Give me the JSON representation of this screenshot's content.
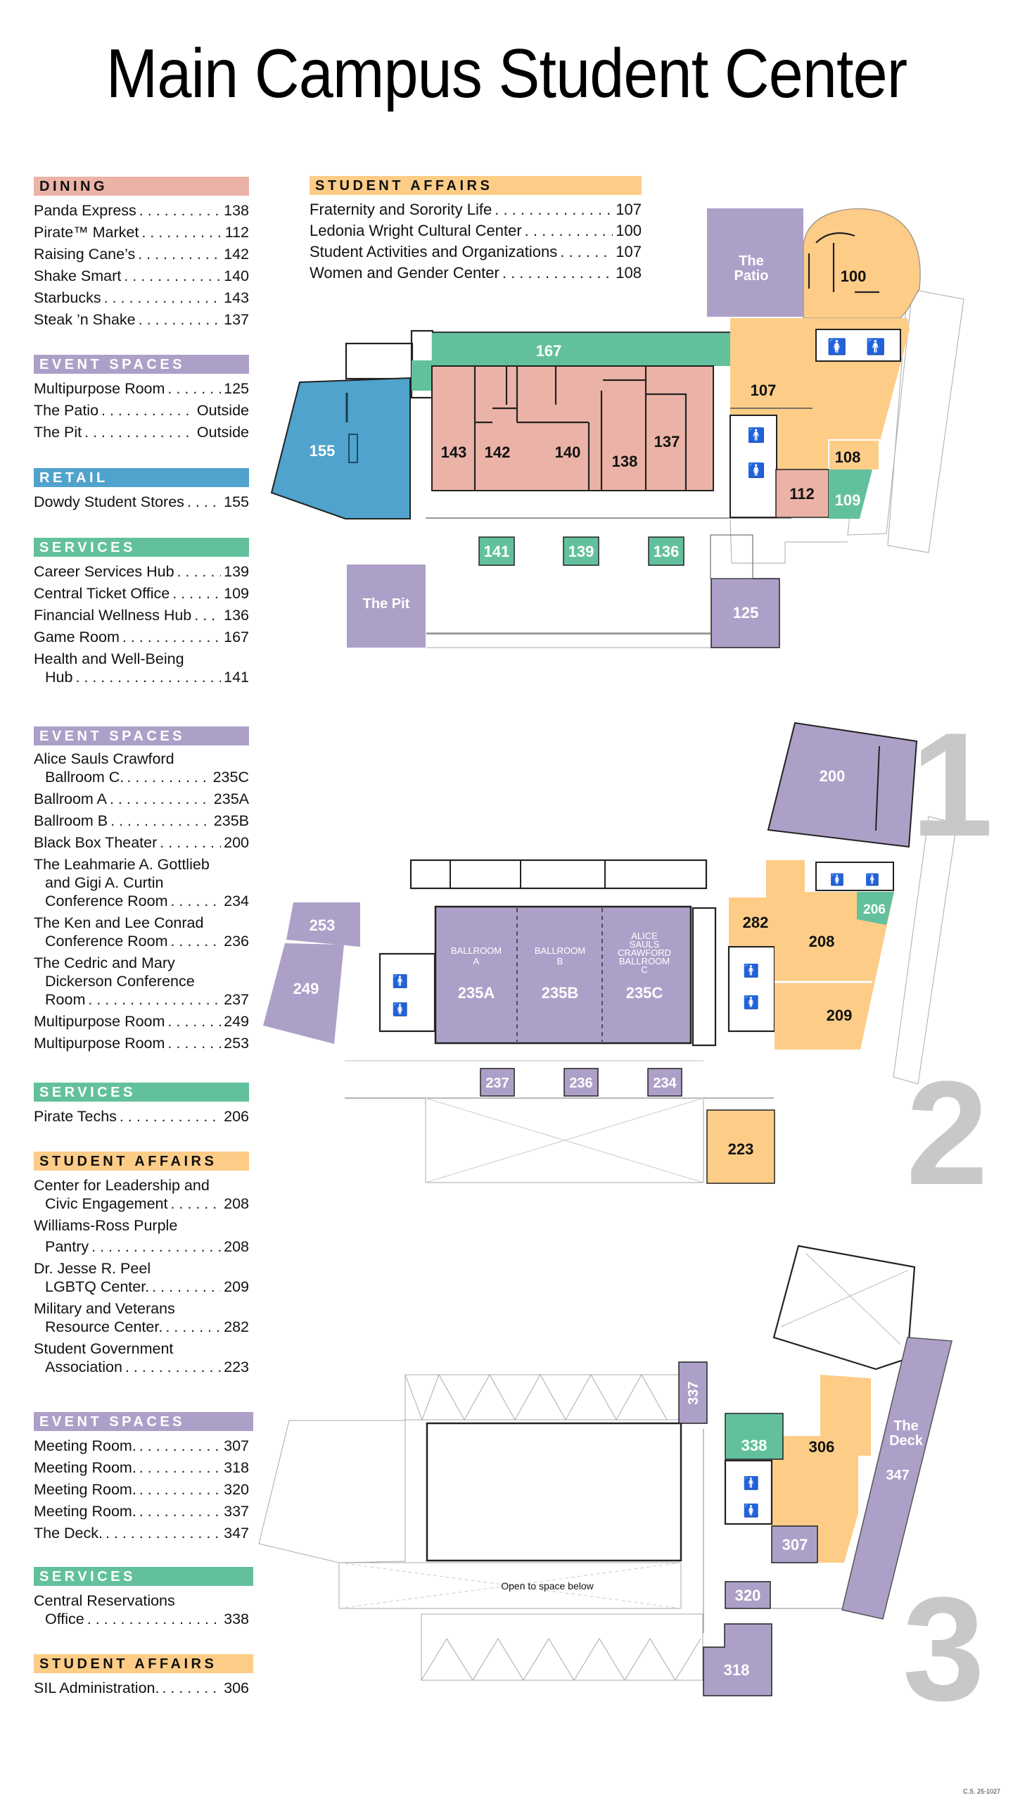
{
  "title": "Main Campus Student Center",
  "colors": {
    "dining": "#ebb3a7",
    "event": "#ada0c8",
    "retail": "#4fa3cc",
    "services": "#62c19c",
    "student_affairs": "#fdcd88",
    "floor_number": "#c8c8c8"
  },
  "floor1": {
    "number": "1",
    "student_affairs": {
      "header": "STUDENT AFFAIRS",
      "items": [
        {
          "name": "Fraternity and Sorority Life",
          "room": "107"
        },
        {
          "name": "Ledonia Wright Cultural Center",
          "room": "100"
        },
        {
          "name": "Student Activities and Organizations",
          "room": "107"
        },
        {
          "name": "Women and Gender Center",
          "room": "108"
        }
      ]
    },
    "dining": {
      "header": "DINING",
      "items": [
        {
          "name": "Panda Express",
          "room": "138"
        },
        {
          "name": "Pirate™ Market",
          "room": "112"
        },
        {
          "name": "Raising Cane’s",
          "room": "142"
        },
        {
          "name": "Shake Smart",
          "room": "140"
        },
        {
          "name": "Starbucks",
          "room": "143"
        },
        {
          "name": "Steak ’n Shake",
          "room": "137"
        }
      ]
    },
    "event_spaces": {
      "header": "EVENT SPACES",
      "items": [
        {
          "name": "Multipurpose Room",
          "room": "125"
        },
        {
          "name": "The Patio",
          "room": "Outside"
        },
        {
          "name": "The Pit",
          "room": "Outside"
        }
      ]
    },
    "retail": {
      "header": "RETAIL",
      "items": [
        {
          "name": "Dowdy Student Stores",
          "room": "155"
        }
      ]
    },
    "services": {
      "header": "SERVICES",
      "items": [
        {
          "name": "Career Services Hub",
          "room": "139"
        },
        {
          "name": "Central Ticket Office",
          "room": "109"
        },
        {
          "name": "Financial Wellness Hub",
          "room": "136"
        },
        {
          "name": "Game Room",
          "room": "167"
        },
        {
          "name": "Health and Well-Being",
          "name2": "Hub",
          "room": "141"
        }
      ]
    },
    "map_labels": {
      "patio": [
        "The",
        "Patio"
      ],
      "r100": "100",
      "r107": "107",
      "r108": "108",
      "r109": "109",
      "r112": "112",
      "r155": "155",
      "r167": "167",
      "r143": "143",
      "r142": "142",
      "r140": "140",
      "r138": "138",
      "r137": "137",
      "r141": "141",
      "r139": "139",
      "r136": "136",
      "pit": "The Pit",
      "r125": "125"
    }
  },
  "floor2": {
    "number": "2",
    "event_spaces": {
      "header": "EVENT SPACES",
      "items": [
        {
          "lines": [
            "Alice Sauls Crawford",
            "Ballroom C."
          ],
          "room": "235C"
        },
        {
          "lines": [
            "Ballroom A"
          ],
          "room": "235A"
        },
        {
          "lines": [
            "Ballroom B"
          ],
          "room": "235B"
        },
        {
          "lines": [
            "Black Box Theater"
          ],
          "room": "200"
        },
        {
          "lines": [
            "The Leahmarie A. Gottlieb",
            "and Gigi A. Curtin",
            "Conference Room"
          ],
          "room": "234"
        },
        {
          "lines": [
            "The Ken and Lee Conrad",
            "Conference Room"
          ],
          "room": "236"
        },
        {
          "lines": [
            "The Cedric and Mary",
            "Dickerson Conference",
            "Room"
          ],
          "room": "237"
        },
        {
          "lines": [
            "Multipurpose Room"
          ],
          "room": "249"
        },
        {
          "lines": [
            "Multipurpose Room"
          ],
          "room": "253"
        }
      ]
    },
    "services": {
      "header": "SERVICES",
      "items": [
        {
          "lines": [
            "Pirate Techs"
          ],
          "room": "206"
        }
      ]
    },
    "student_affairs": {
      "header": "STUDENT AFFAIRS",
      "items": [
        {
          "lines": [
            "Center for Leadership and",
            "Civic Engagement"
          ],
          "room": "208"
        },
        {
          "lines": [
            "Williams-Ross Purple",
            "Pantry"
          ],
          "room": "208"
        },
        {
          "lines": [
            "Dr. Jesse R. Peel",
            "LGBTQ Center."
          ],
          "room": "209"
        },
        {
          "lines": [
            "Military and Veterans",
            "Resource Center."
          ],
          "room": "282"
        },
        {
          "lines": [
            "Student Government",
            "Association"
          ],
          "room": "223"
        }
      ]
    },
    "map_labels": {
      "r200": "200",
      "r253": "253",
      "r249": "249",
      "ballroom_a": [
        "BALLROOM",
        "A"
      ],
      "ballroom_b": [
        "BALLROOM",
        "B"
      ],
      "ballroom_c": [
        "ALICE",
        "SAULS",
        "CRAWFORD",
        "BALLROOM",
        "C"
      ],
      "r235a": "235A",
      "r235b": "235B",
      "r235c": "235C",
      "r282": "282",
      "r206": "206",
      "r208": "208",
      "r209": "209",
      "r237": "237",
      "r236": "236",
      "r234": "234",
      "r223": "223"
    }
  },
  "floor3": {
    "number": "3",
    "event_spaces": {
      "header": "EVENT SPACES",
      "items": [
        {
          "lines": [
            "Meeting Room."
          ],
          "room": "307"
        },
        {
          "lines": [
            "Meeting Room."
          ],
          "room": "318"
        },
        {
          "lines": [
            "Meeting Room."
          ],
          "room": "320"
        },
        {
          "lines": [
            "Meeting Room."
          ],
          "room": "337"
        },
        {
          "lines": [
            "The Deck."
          ],
          "room": "347"
        }
      ]
    },
    "services": {
      "header": "SERVICES",
      "items": [
        {
          "lines": [
            "Central Reservations",
            "Office"
          ],
          "room": "338"
        }
      ]
    },
    "student_affairs": {
      "header": "STUDENT AFFAIRS",
      "items": [
        {
          "lines": [
            "SIL Administration."
          ],
          "room": "306"
        }
      ]
    },
    "map_labels": {
      "r337": "337",
      "r338": "338",
      "r306": "306",
      "r307": "307",
      "deck": [
        "The",
        "Deck"
      ],
      "r347": "347",
      "r320": "320",
      "r318": "318",
      "open_to_below": "Open to space below"
    }
  },
  "footer": "C.S. 25-1027"
}
